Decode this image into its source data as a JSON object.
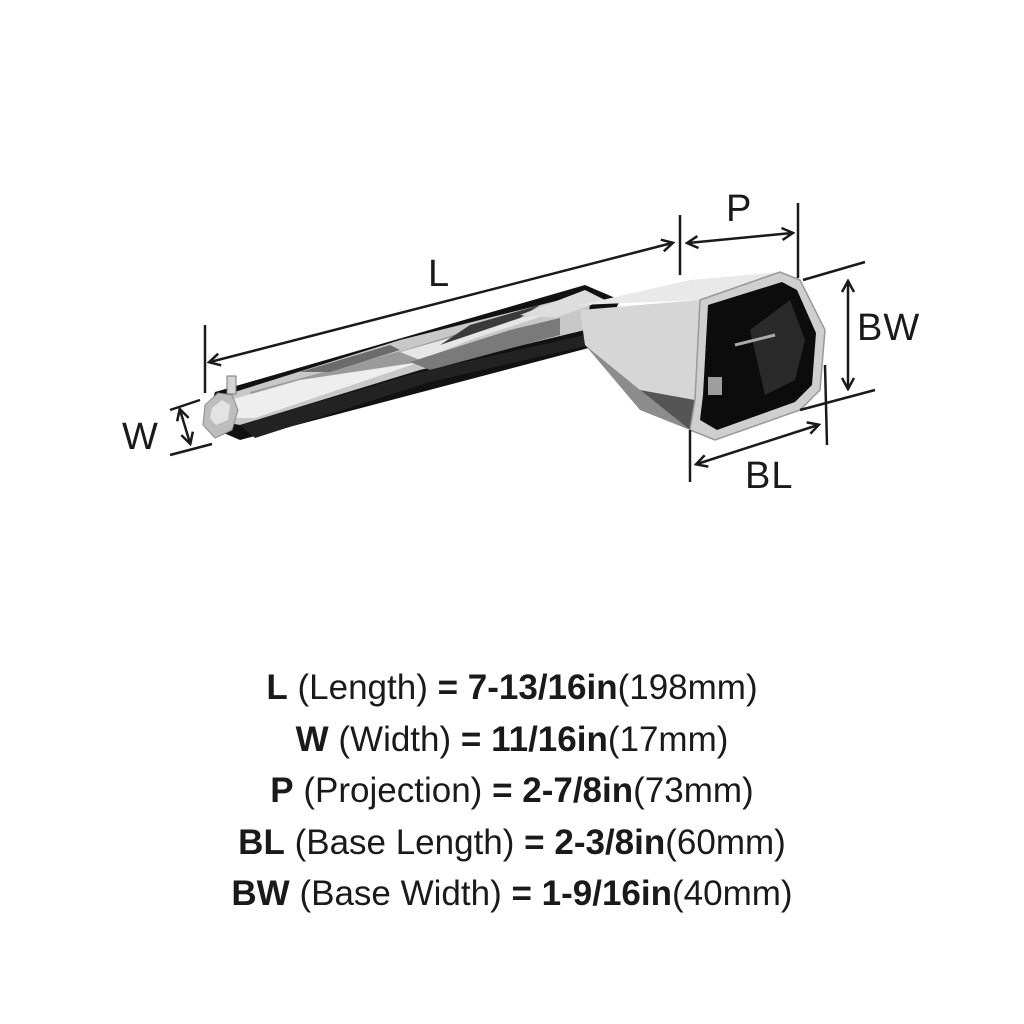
{
  "diagram": {
    "labels": {
      "L": "L",
      "W": "W",
      "P": "P",
      "BW": "BW",
      "BL": "BL"
    },
    "product": "faceted-lever-handle-with-octagonal-rosette",
    "finish_colors": {
      "dark": "#1e1e1e",
      "mid": "#7a7a7a",
      "light": "#d8d8d8",
      "highlight": "#f4f4f4",
      "line": "#1a1a1a"
    }
  },
  "specs": [
    {
      "code": "L",
      "name": "(Length)",
      "equals": "=",
      "imperial": "7-13/16in",
      "metric": "(198mm)"
    },
    {
      "code": "W",
      "name": "(Width)",
      "equals": "=",
      "imperial": "11/16in",
      "metric": "(17mm)"
    },
    {
      "code": "P",
      "name": "(Projection)",
      "equals": "=",
      "imperial": "2-7/8in",
      "metric": "(73mm)"
    },
    {
      "code": "BL",
      "name": "(Base Length)",
      "equals": "=",
      "imperial": "2-3/8in",
      "metric": "(60mm)"
    },
    {
      "code": "BW",
      "name": "(Base Width)",
      "equals": "=",
      "imperial": "1-9/16in",
      "metric": "(40mm)"
    }
  ]
}
